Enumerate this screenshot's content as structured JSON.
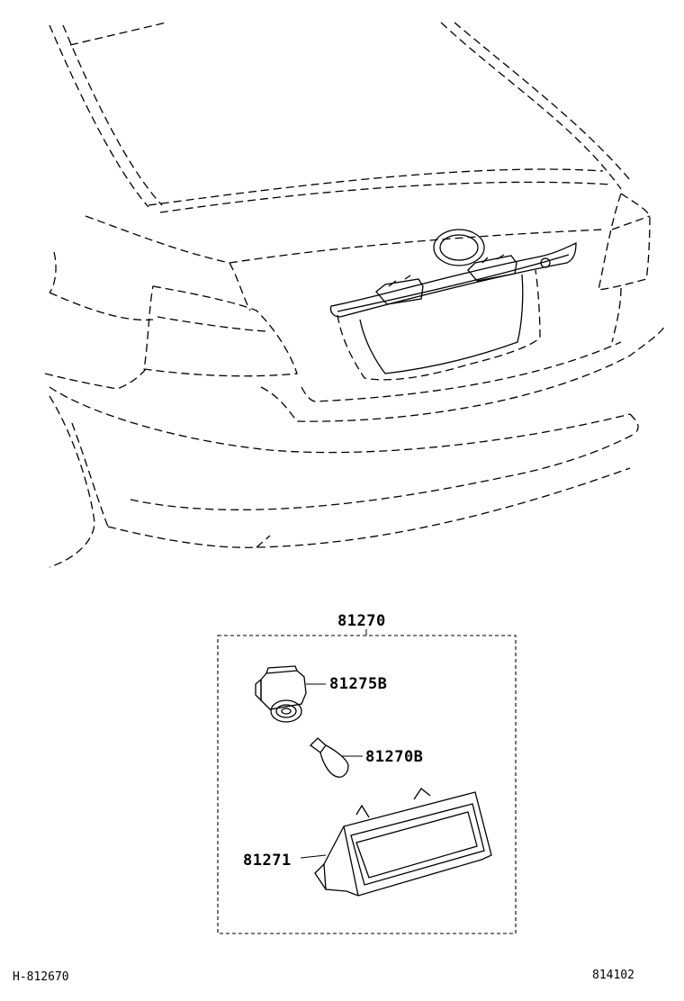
{
  "parts": {
    "assembly": "81270",
    "socket": "81275B",
    "bulb": "81270B",
    "lens": "81271"
  },
  "footer": {
    "left_code": "H-812670",
    "right_code": "814102"
  }
}
